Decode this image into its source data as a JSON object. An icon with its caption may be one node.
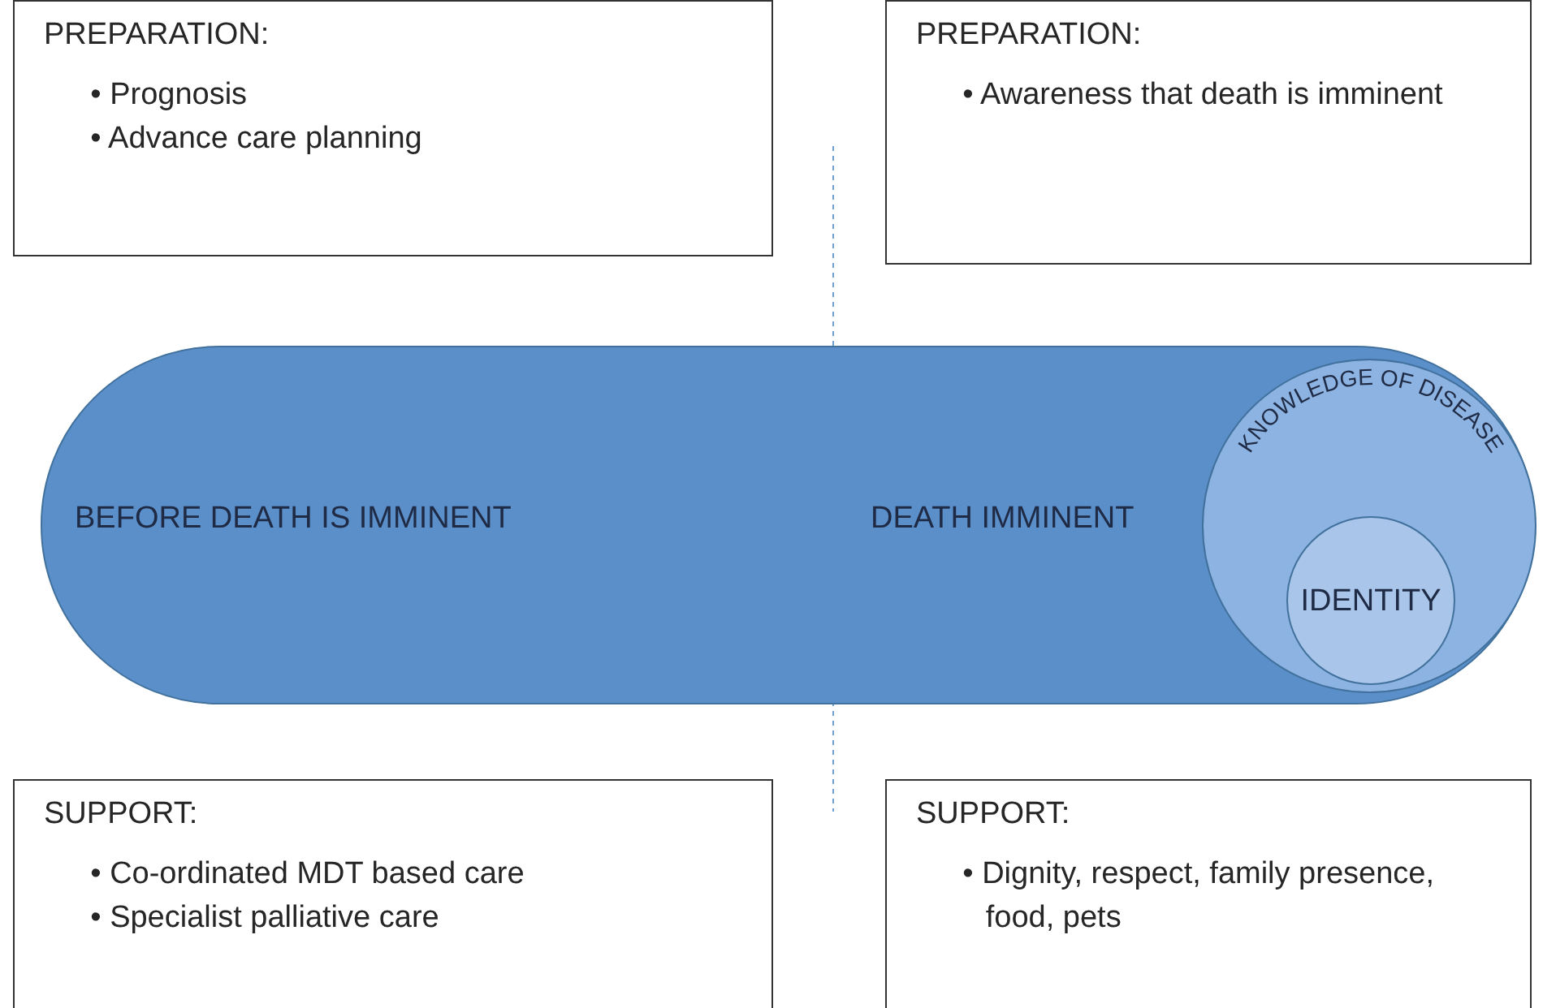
{
  "diagram": {
    "nodes": [
      {
        "text": [
          "PREPARATION:",
          "• Prognosis",
          "• Advance care planning"
        ]
      },
      {
        "text": [
          "PREPARATION:",
          "• Awareness that death is imminent"
        ]
      },
      {
        "text": [
          "BEFORE DEATH IS IMMINENT",
          "DEATH IMMINENT"
        ]
      },
      {
        "text": [
          "KNOWLEDGE OF DISEASE"
        ],
        "in": 2
      },
      {
        "text": [
          "IDENTITY"
        ],
        "in": 3
      },
      {
        "text": [
          "SUPPORT:",
          "• Co-ordinated MDT based care",
          "• Specialist palliative care"
        ]
      },
      {
        "text": [
          "SUPPORT:",
          "• Dignity, respect, family presence, food, pets"
        ]
      }
    ]
  }
}
